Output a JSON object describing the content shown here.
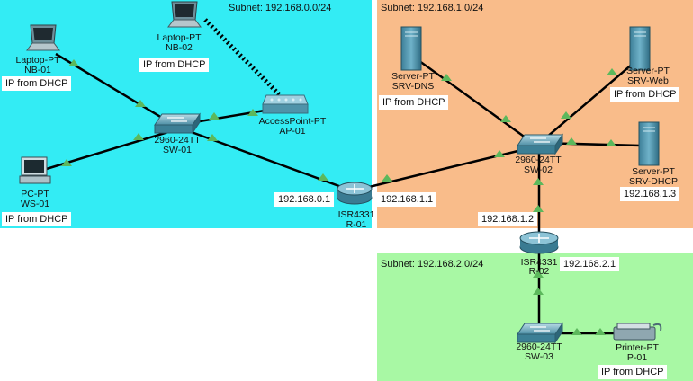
{
  "subnets": {
    "a": {
      "label": "Subnet: 192.168.0.0/24",
      "color": "#33ecf4"
    },
    "b": {
      "label": "Subnet: 192.168.1.0/24",
      "color": "#f9bc8a"
    },
    "c": {
      "label": "Subnet: 192.168.2.0/24",
      "color": "#a8f8a4"
    }
  },
  "devices": {
    "nb01": {
      "type": "Laptop-PT",
      "name": "NB-01",
      "note": "IP from DHCP"
    },
    "nb02": {
      "type": "Laptop-PT",
      "name": "NB-02",
      "note": "IP from DHCP"
    },
    "ap01": {
      "type": "AccessPoint-PT",
      "name": "AP-01"
    },
    "sw01": {
      "type": "2960-24TT",
      "name": "SW-01"
    },
    "ws01": {
      "type": "PC-PT",
      "name": "WS-01",
      "note": "IP from DHCP"
    },
    "r01": {
      "type": "ISR4331",
      "name": "R-01"
    },
    "srvdns": {
      "type": "Server-PT",
      "name": "SRV-DNS",
      "note": "IP from DHCP"
    },
    "srvweb": {
      "type": "Server-PT",
      "name": "SRV-Web",
      "note": "IP from DHCP"
    },
    "sw02": {
      "type": "2960-24TT",
      "name": "SW-02"
    },
    "srvdhcp": {
      "type": "Server-PT",
      "name": "SRV-DHCP",
      "note": "192.168.1.3"
    },
    "r02": {
      "type": "ISR4331",
      "name": "R-02"
    },
    "sw03": {
      "type": "2960-24TT",
      "name": "SW-03"
    },
    "p01": {
      "type": "Printer-PT",
      "name": "P-01",
      "note": "IP from DHCP"
    }
  },
  "interfaces": {
    "r01_left": "192.168.0.1",
    "r01_right": "192.168.1.1",
    "r02_top": "192.168.1.2",
    "r02_right": "192.168.2.1"
  },
  "link_color": "#000000",
  "port_color": "#5cb85c",
  "wireless_link_style": "dashed"
}
